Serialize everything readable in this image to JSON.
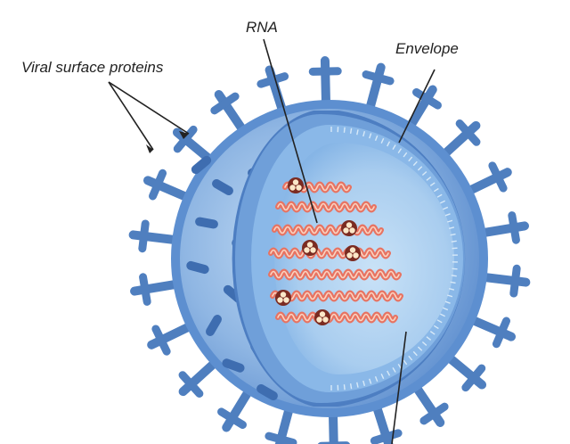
{
  "labels": {
    "surface_proteins": "Viral surface proteins",
    "rna": "RNA",
    "envelope": "Envelope"
  },
  "palette": {
    "spike": "#4f7fbf",
    "membrane_outer": "#5d8fd0",
    "membrane_dark": "#3e6db0",
    "capsid_light": "#9cc3ea",
    "interior": "#b9d8f3",
    "rna_strand": "#e77362",
    "rna_highlight": "#fbd3c0",
    "ribosome": "#fbe7c8",
    "leader_line": "#222222"
  }
}
